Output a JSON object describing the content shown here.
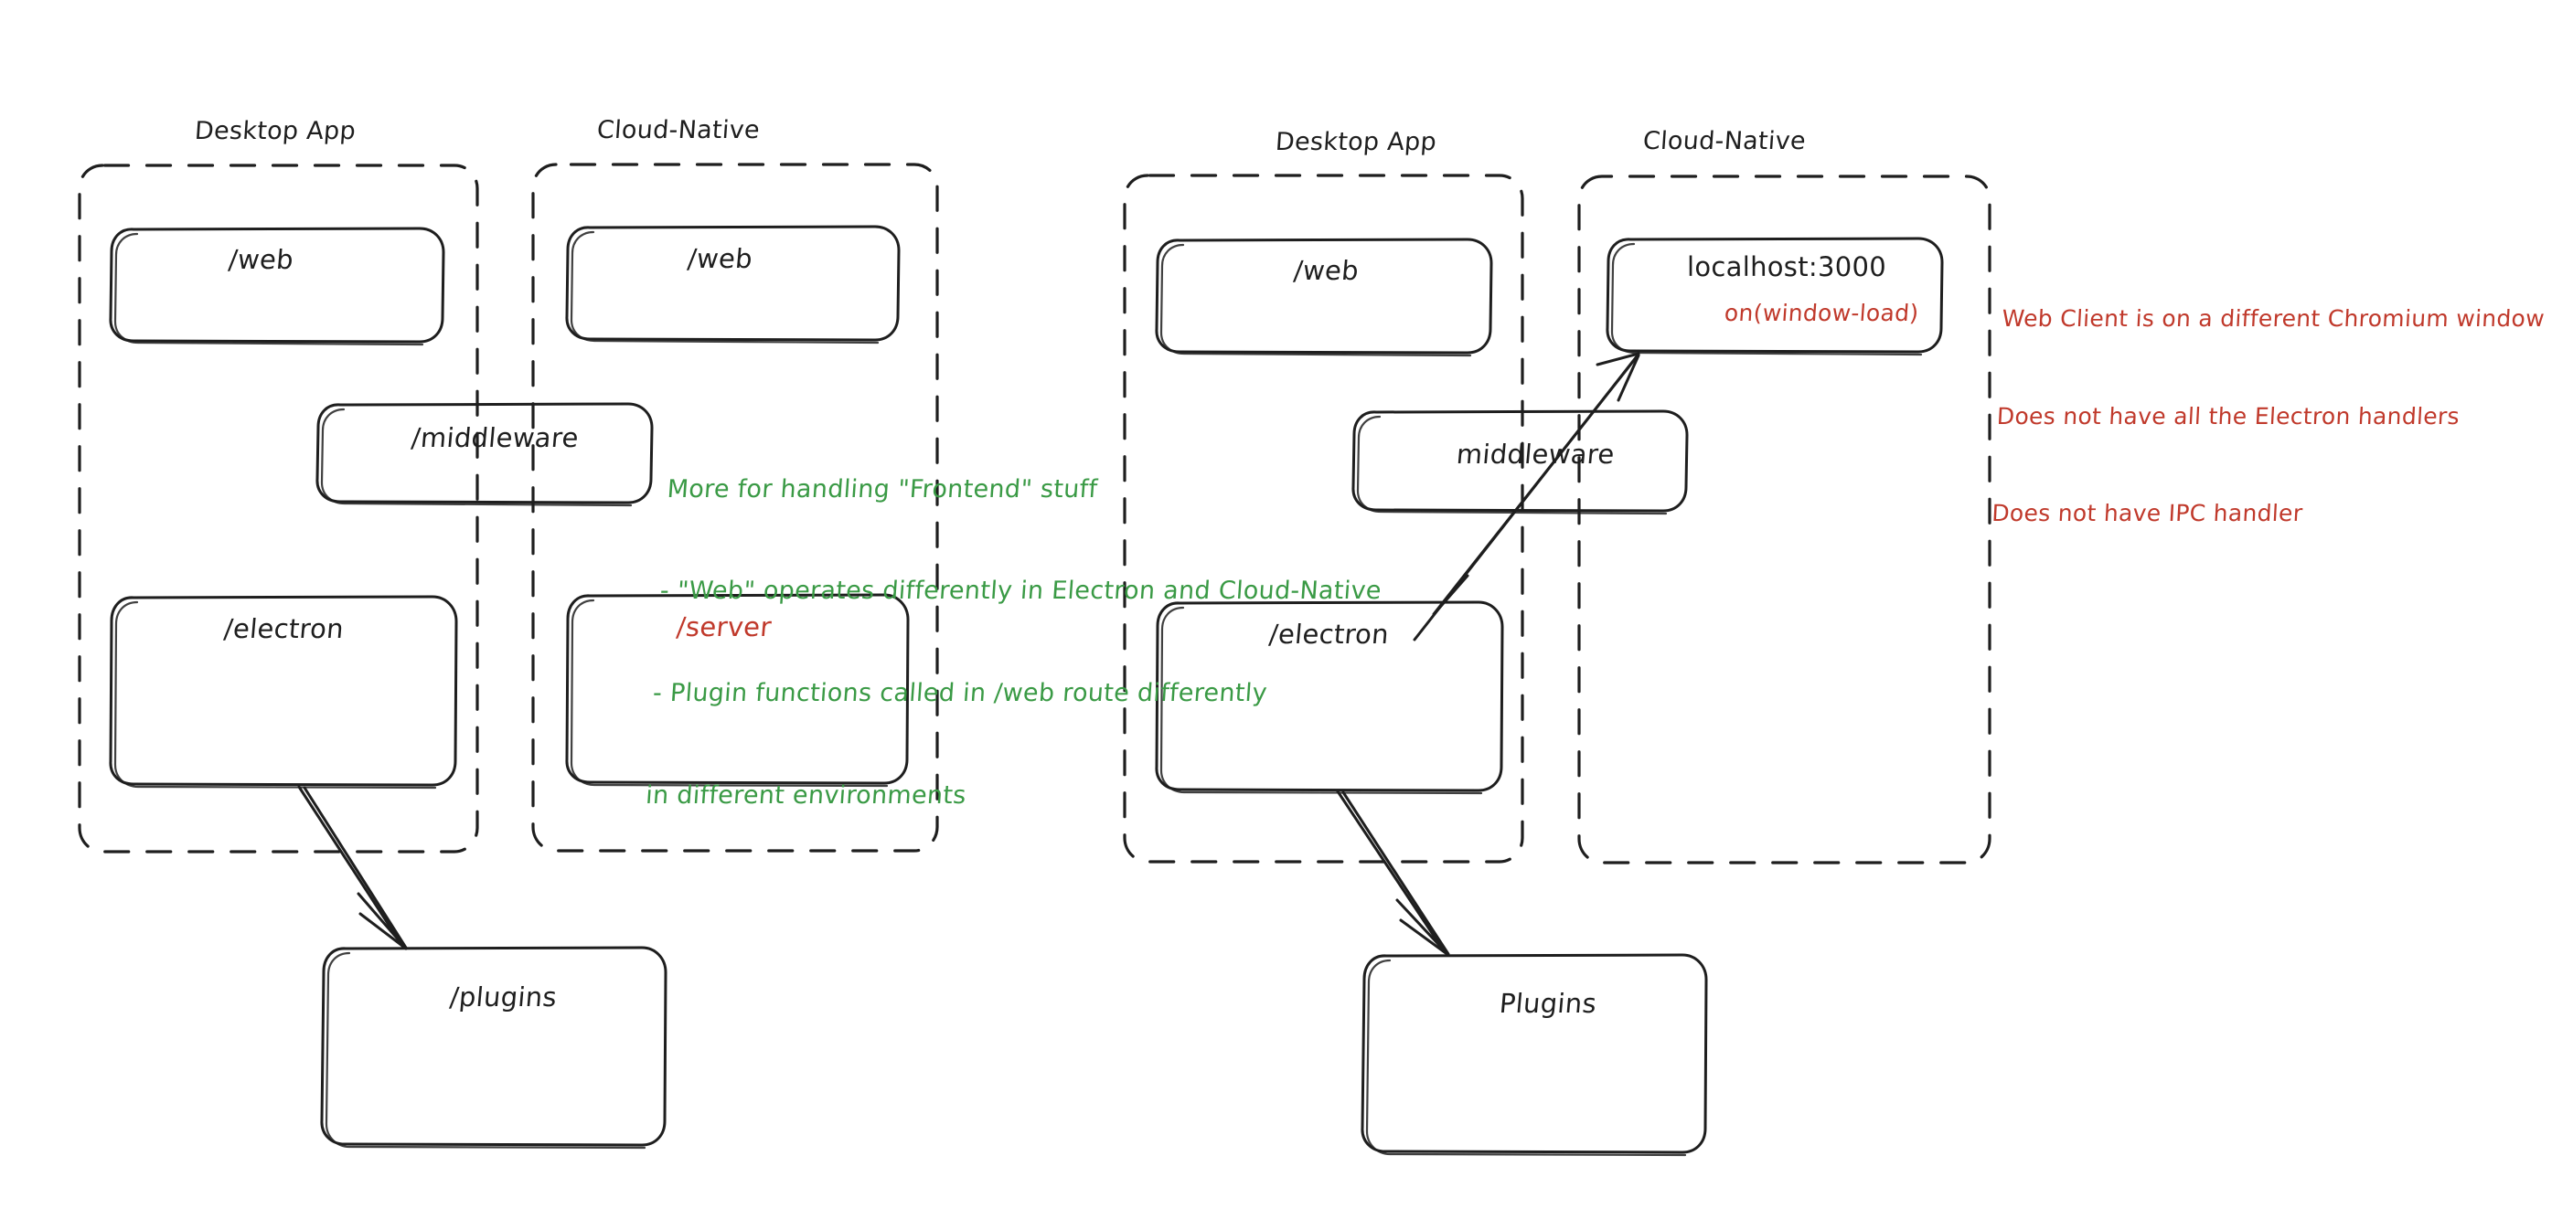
{
  "diagram": {
    "title_domain": "architecture-sketch",
    "colors": {
      "stroke": "#1e1e1e",
      "red": "#c0392b",
      "green": "#3a9a45",
      "background": "#ffffff"
    },
    "left_diagram": {
      "groups": [
        {
          "id": "left-desktop-app",
          "label": "Desktop App"
        },
        {
          "id": "left-cloud-native",
          "label": "Cloud-Native"
        }
      ],
      "nodes": [
        {
          "id": "left-desktop-web",
          "label": "/web",
          "color": "#1e1e1e"
        },
        {
          "id": "left-cloud-web",
          "label": "/web",
          "color": "#1e1e1e"
        },
        {
          "id": "left-middleware",
          "label": "/middleware",
          "color": "#1e1e1e"
        },
        {
          "id": "left-electron",
          "label": "/electron",
          "color": "#1e1e1e"
        },
        {
          "id": "left-server",
          "label": "/server",
          "color": "#c0392b"
        },
        {
          "id": "left-plugins",
          "label": "/plugins",
          "color": "#1e1e1e"
        }
      ],
      "annotation_green": [
        "More for handling \"Frontend\" stuff",
        "- \"Web\" operates differently in Electron and Cloud-Native",
        "- Plugin functions called in /web route differently",
        "in different environments"
      ]
    },
    "right_diagram": {
      "groups": [
        {
          "id": "right-desktop-app",
          "label": "Desktop App"
        },
        {
          "id": "right-cloud-native",
          "label": "Cloud-Native"
        }
      ],
      "nodes": [
        {
          "id": "right-desktop-web",
          "label": "/web",
          "color": "#1e1e1e"
        },
        {
          "id": "right-localhost",
          "label": "localhost:3000",
          "color": "#1e1e1e",
          "sublabel": "on(window-load)",
          "sublabel_color": "#c0392b"
        },
        {
          "id": "right-middleware",
          "label": "middleware",
          "color": "#1e1e1e"
        },
        {
          "id": "right-electron",
          "label": "/electron",
          "color": "#1e1e1e"
        },
        {
          "id": "right-plugins",
          "label": "Plugins",
          "color": "#1e1e1e"
        }
      ],
      "annotation_red": [
        "Web Client is on a different Chromium window",
        "Does not have all the Electron handlers",
        "Does not have IPC handler"
      ]
    },
    "arrows": [
      {
        "id": "arrow-left-electron-to-plugins",
        "from": "left-electron",
        "to": "left-plugins"
      },
      {
        "id": "arrow-right-electron-to-plugins",
        "from": "right-electron",
        "to": "right-plugins"
      },
      {
        "id": "arrow-right-electron-to-localhost",
        "from": "right-electron",
        "to": "right-localhost"
      }
    ]
  }
}
